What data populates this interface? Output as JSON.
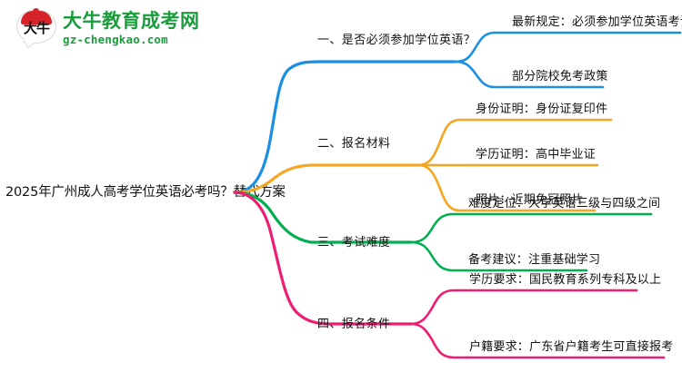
{
  "logo": {
    "mark_text": "大牛",
    "name_cn": "大牛教育成考网",
    "domain": "gz-chengkao.com",
    "brand_green": "#1a9c3c",
    "brand_red": "#d6232a"
  },
  "mindmap": {
    "root": "2025年广州成人高考学位英语必考吗？替代方案",
    "branches": [
      {
        "label": "一、是否必须参加学位英语？",
        "color": "#1a8fe3",
        "children": [
          "最新规定：必须参加学位英语考试",
          "部分院校免考政策"
        ]
      },
      {
        "label": "二、报名材料",
        "color": "#f5a623",
        "children": [
          "身份证明：身份证复印件",
          "学历证明：高中毕业证",
          "照片：近期免冠照片"
        ]
      },
      {
        "label": "三、考试难度",
        "color": "#00b050",
        "children": [
          "难度定位：大学英语三级与四级之间",
          "备考建议：注重基础学习"
        ]
      },
      {
        "label": "四、报名条件",
        "color": "#ee1d71",
        "children": [
          "学历要求：国民教育系列专科及以上",
          "户籍要求：广东省户籍考生可直接报考"
        ]
      }
    ]
  }
}
